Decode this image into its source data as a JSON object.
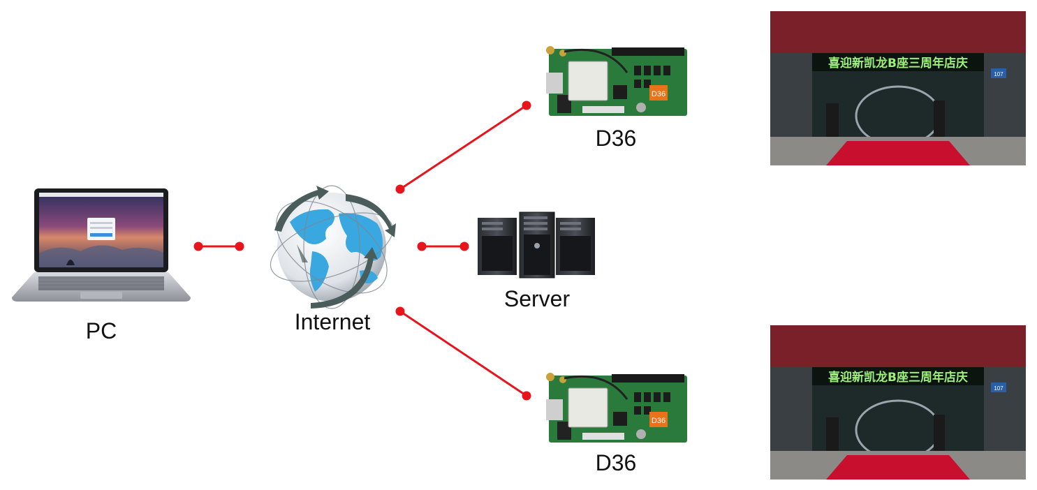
{
  "nodes": {
    "pc": {
      "label": "PC",
      "icon": "laptop-icon"
    },
    "internet": {
      "label": "Internet",
      "icon": "globe-icon"
    },
    "server": {
      "label": "Server",
      "icon": "server-tower-icon"
    },
    "controller_top": {
      "label": "D36",
      "icon": "controller-board-icon",
      "chip_text": "D36"
    },
    "controller_bottom": {
      "label": "D36",
      "icon": "controller-board-icon",
      "chip_text": "D36"
    },
    "display_top": {
      "icon": "led-display-photo-icon",
      "sign_text": "喜迎新凯龙B座三周年店庆",
      "plate_text": "107"
    },
    "display_bottom": {
      "icon": "led-display-photo-icon",
      "sign_text": "喜迎新凯龙B座三周年店庆",
      "plate_text": "107"
    }
  },
  "colors": {
    "link": "#e8141c",
    "globe": "#3aa8e0",
    "board": "#2a7a3c",
    "carpet": "#c8102e",
    "sign_text": "#9df07a"
  }
}
